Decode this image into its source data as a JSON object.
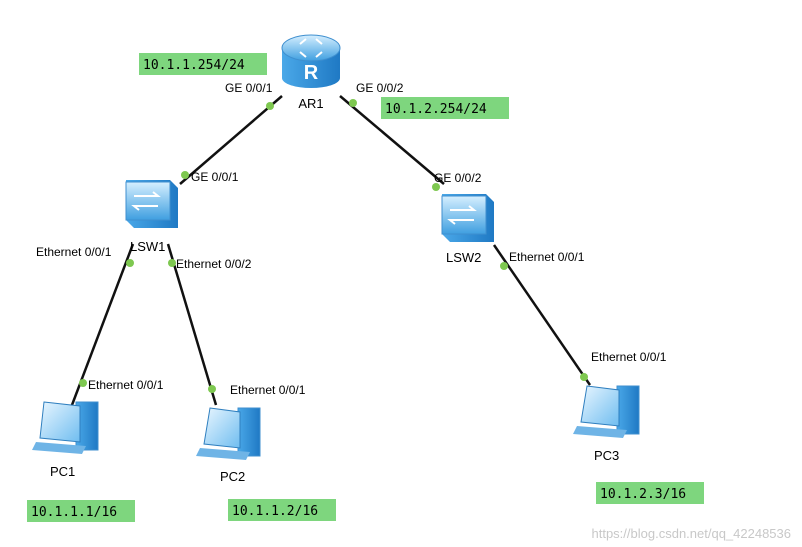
{
  "devices": {
    "router": {
      "name": "AR1",
      "icon": "router-icon"
    },
    "lsw1": {
      "name": "LSW1",
      "icon": "switch-icon"
    },
    "lsw2": {
      "name": "LSW2",
      "icon": "switch-icon"
    },
    "pc1": {
      "name": "PC1",
      "icon": "pc-icon"
    },
    "pc2": {
      "name": "PC2",
      "icon": "pc-icon"
    },
    "pc3": {
      "name": "PC3",
      "icon": "pc-icon"
    }
  },
  "ports": {
    "ar1_g001": "GE 0/0/1",
    "ar1_g002": "GE 0/0/2",
    "lsw1_g001": "GE 0/0/1",
    "lsw1_e001": "Ethernet 0/0/1",
    "lsw1_e002": "Ethernet 0/0/2",
    "lsw2_g002": "GE 0/0/2",
    "lsw2_e001": "Ethernet 0/0/1",
    "pc1_e001": "Ethernet 0/0/1",
    "pc2_e001": "Ethernet 0/0/1",
    "pc3_e001": "Ethernet 0/0/1"
  },
  "ips": {
    "ar1_g001": "10.1.1.254/24",
    "ar1_g002": "10.1.2.254/24",
    "pc1": "10.1.1.1/16",
    "pc2": "10.1.1.2/16",
    "pc3": "10.1.2.3/16"
  },
  "watermark": "https://blog.csdn.net/qq_42248536",
  "colors": {
    "ip_highlight": "#7ed67e",
    "port_dot": "#7ec850",
    "link": "#111111",
    "device_blue": "#5aaee6"
  }
}
